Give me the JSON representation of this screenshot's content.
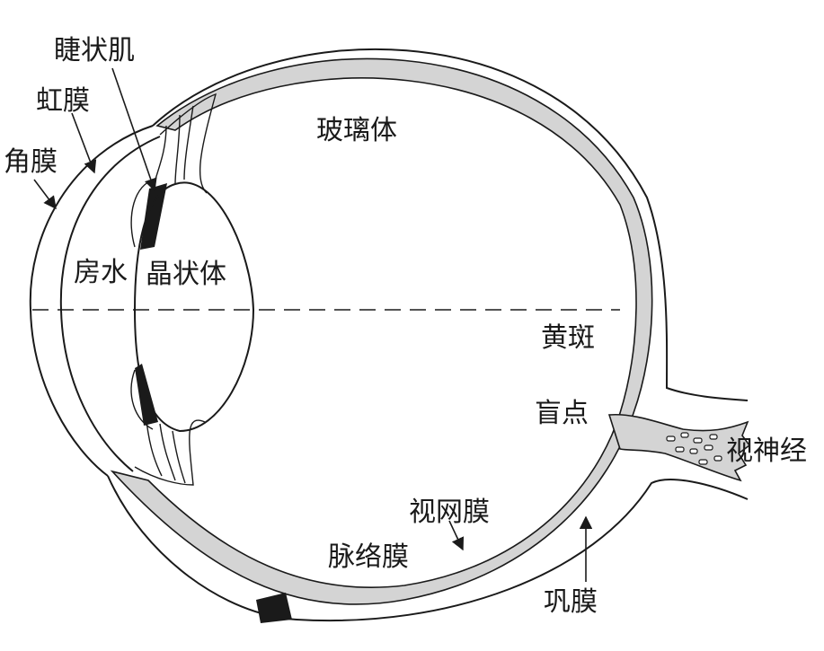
{
  "colors": {
    "line": "#1a1a1a",
    "choroid_fill": "#d4d4d4",
    "muscle_fill": "#1a1a1a",
    "background": "#ffffff"
  },
  "labels": {
    "ciliary_muscle": "睫状肌",
    "iris": "虹膜",
    "cornea": "角膜",
    "vitreous_body": "玻璃体",
    "aqueous_humor": "房水",
    "lens": "晶状体",
    "macula": "黄斑",
    "blind_spot": "盲点",
    "optic_nerve": "视神经",
    "retina": "视网膜",
    "choroid": "脉络膜",
    "sclera": "巩膜"
  }
}
